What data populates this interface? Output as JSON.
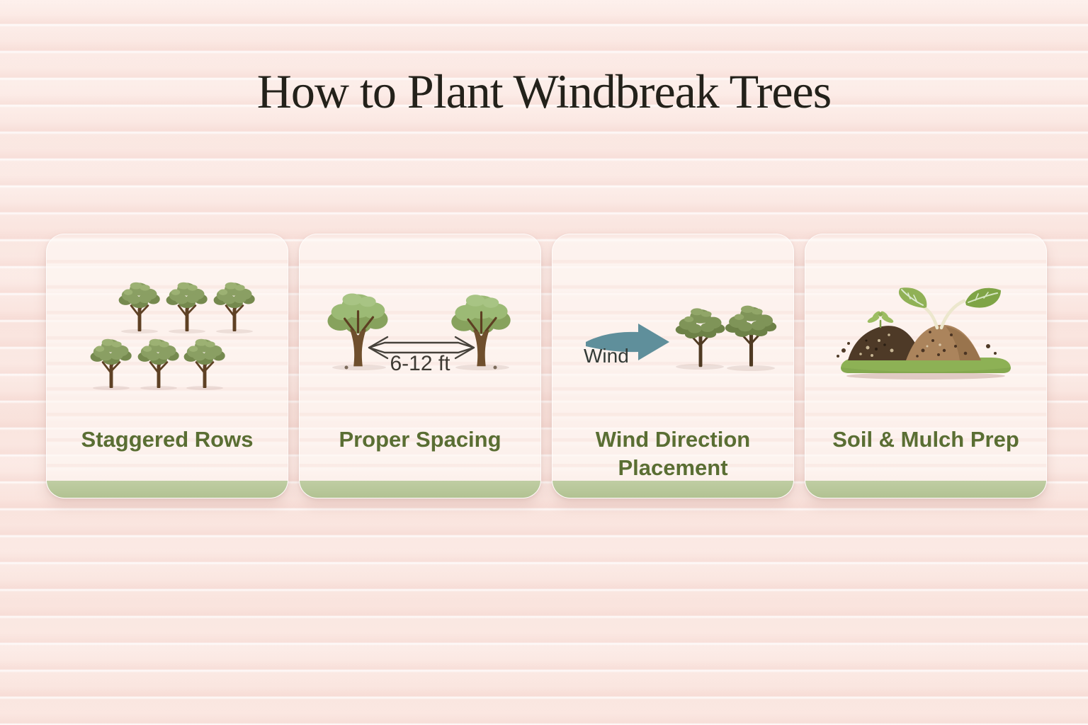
{
  "page": {
    "title": "How to Plant Windbreak Trees"
  },
  "colors": {
    "title_text": "#23211a",
    "label_text": "#5a6e33",
    "card_footer_green": "#b7c89a",
    "background_pink": "#fae8e2",
    "wind_arrow_teal": "#5f8f9b",
    "tree_canopy_green": "#8a9f63",
    "trunk_brown": "#6b4b2a",
    "soil_dark_brown": "#4e3a27",
    "soil_light_brown": "#ab845c",
    "soil_base_green": "#8db155"
  },
  "cards": [
    {
      "label": "Staggered Rows",
      "icon": "staggered-trees-icon",
      "tree_count": 6
    },
    {
      "label": "Proper Spacing",
      "icon": "spacing-trees-icon",
      "annotation": "6-12 ft",
      "tree_count": 2
    },
    {
      "label": "Wind Direction Placement",
      "icon": "wind-arrow-trees-icon",
      "annotation": "Wind",
      "tree_count": 2
    },
    {
      "label": "Soil & Mulch Prep",
      "icon": "soil-mulch-icon"
    }
  ]
}
